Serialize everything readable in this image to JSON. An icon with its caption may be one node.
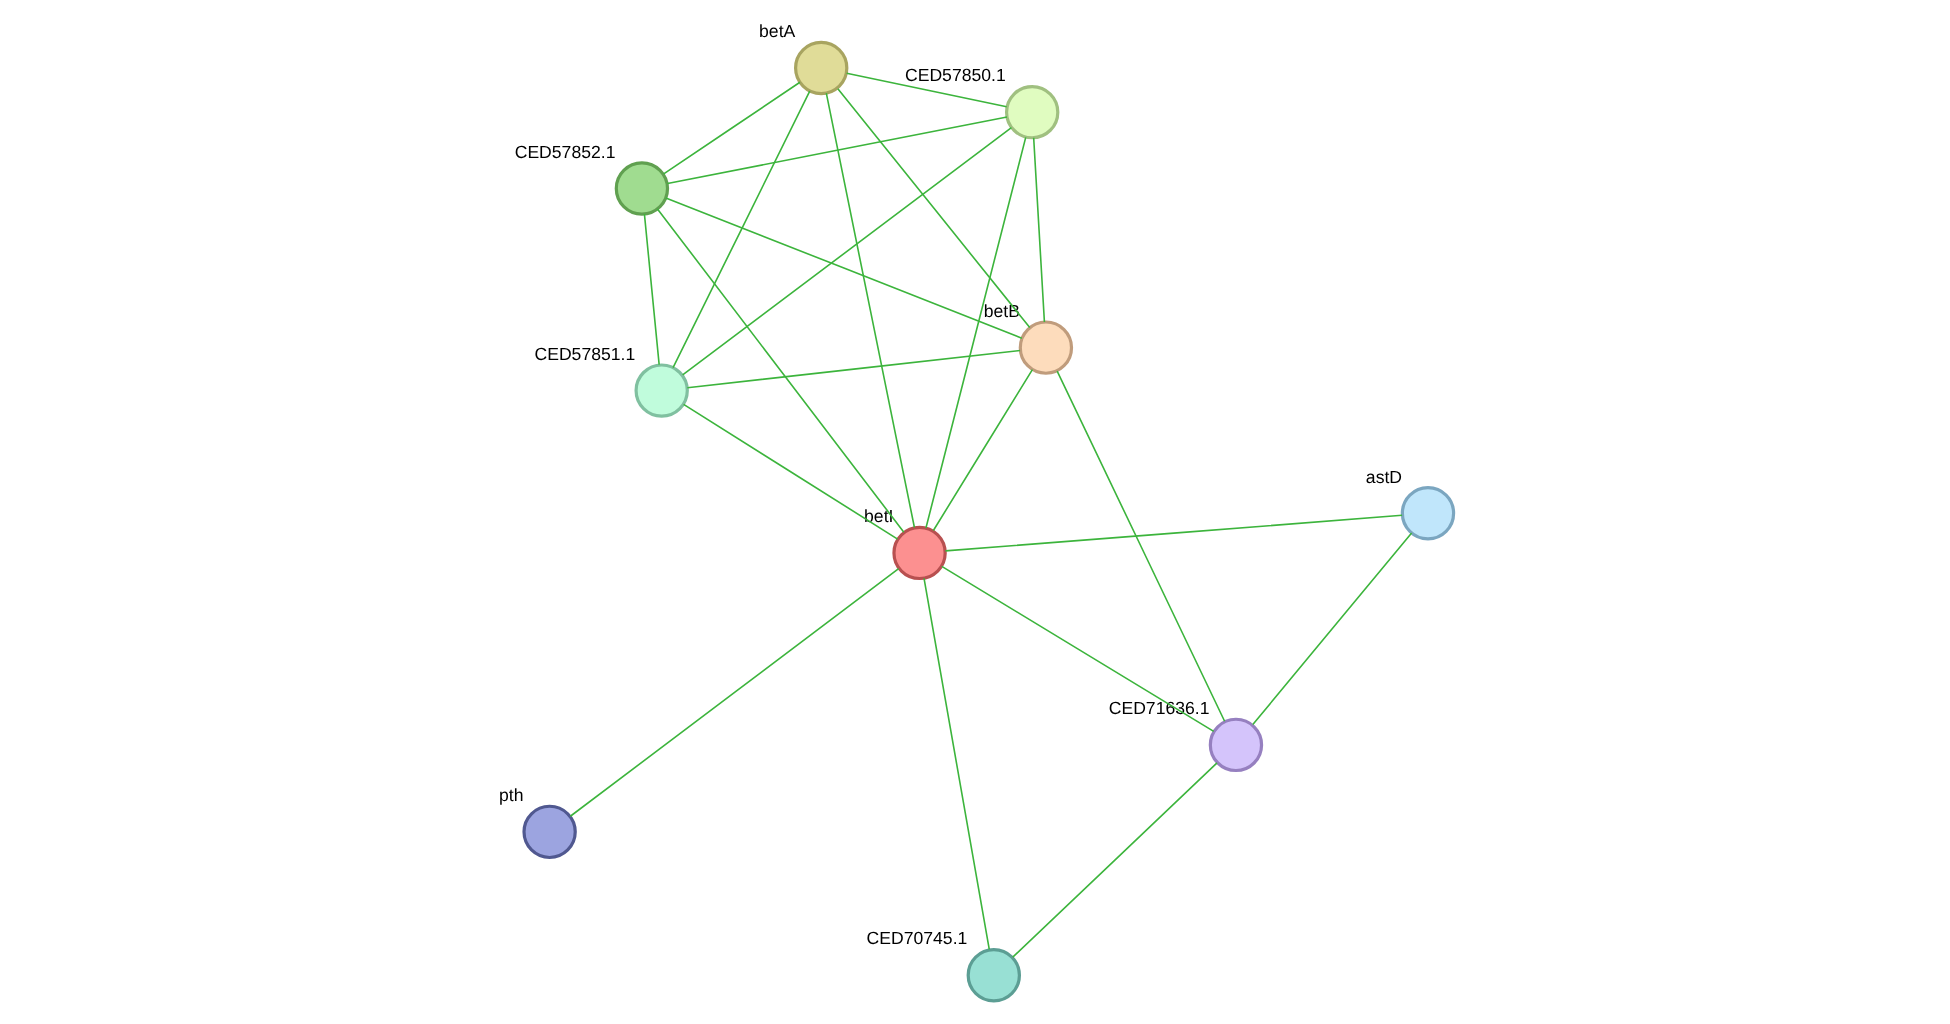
{
  "diagram": {
    "nodes": [
      {
        "text": [
          "astD"
        ]
      },
      {
        "text": [
          "CED70745.1"
        ]
      },
      {
        "text": [
          "CED71636.1"
        ]
      },
      {
        "text": [
          "betB"
        ]
      },
      {
        "text": [
          "betI"
        ]
      },
      {
        "text": [
          "pth"
        ]
      },
      {
        "text": [
          "betA"
        ]
      },
      {
        "text": [
          "CED57852.1"
        ]
      },
      {
        "text": [
          "CED57851.1"
        ]
      },
      {
        "text": [
          "CED57850.1"
        ]
      }
    ],
    "edges": [
      {
        "from": 0,
        "to": 2,
        "arrow": "none"
      },
      {
        "from": 0,
        "to": 4,
        "arrow": "none"
      },
      {
        "from": 1,
        "to": 2,
        "arrow": "none"
      },
      {
        "from": 1,
        "to": 4,
        "arrow": "none"
      },
      {
        "from": 2,
        "to": 3,
        "arrow": "none"
      },
      {
        "from": 2,
        "to": 4,
        "arrow": "none"
      },
      {
        "from": 3,
        "to": 4,
        "arrow": "none"
      },
      {
        "from": 4,
        "to": 5,
        "arrow": "none"
      },
      {
        "from": 3,
        "to": 6,
        "arrow": "none"
      },
      {
        "from": 3,
        "to": 7,
        "arrow": "none"
      },
      {
        "from": 3,
        "to": 8,
        "arrow": "none"
      },
      {
        "from": 3,
        "to": 9,
        "arrow": "none"
      },
      {
        "from": 4,
        "to": 6,
        "arrow": "none"
      },
      {
        "from": 4,
        "to": 7,
        "arrow": "none"
      },
      {
        "from": 4,
        "to": 8,
        "arrow": "none"
      },
      {
        "from": 4,
        "to": 9,
        "arrow": "none"
      },
      {
        "from": 6,
        "to": 7,
        "arrow": "none"
      },
      {
        "from": 6,
        "to": 8,
        "arrow": "none"
      },
      {
        "from": 6,
        "to": 9,
        "arrow": "none"
      },
      {
        "from": 7,
        "to": 8,
        "arrow": "none"
      },
      {
        "from": 7,
        "to": 9,
        "arrow": "none"
      },
      {
        "from": 8,
        "to": 9,
        "arrow": "none"
      }
    ]
  }
}
